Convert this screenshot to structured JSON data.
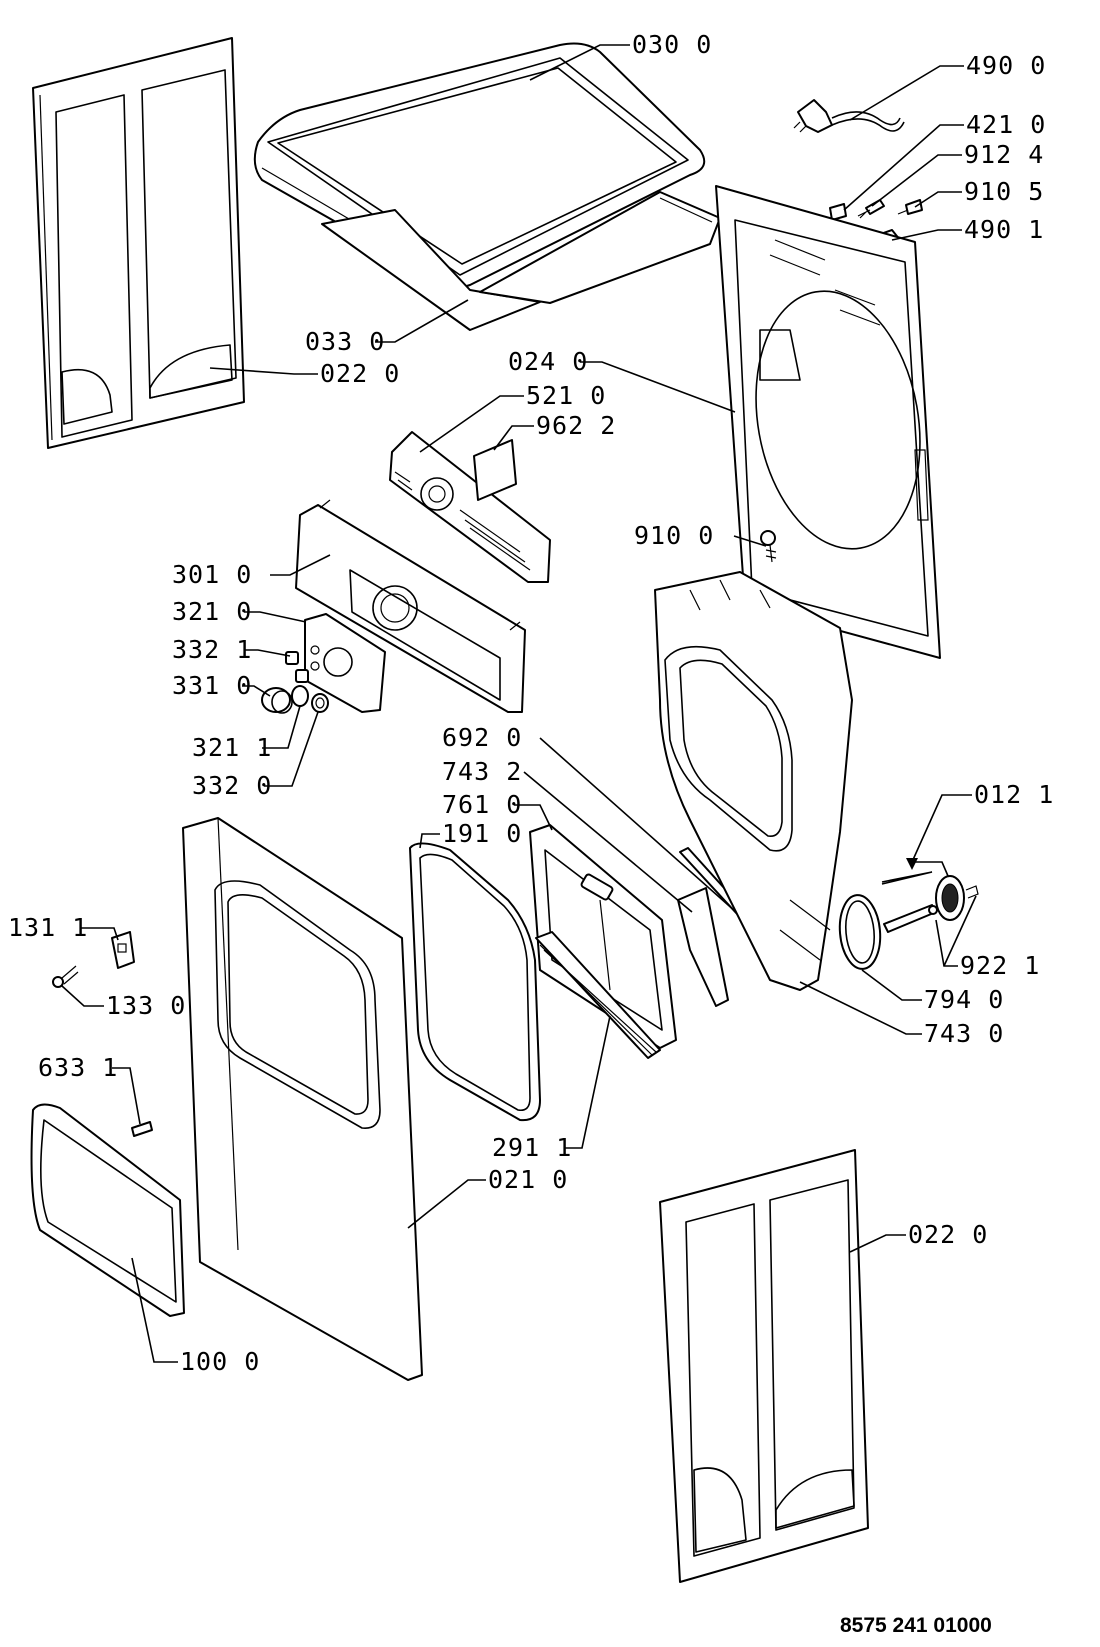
{
  "labels": {
    "l0300": "030 0",
    "l4900": "490 0",
    "l4210": "421 0",
    "l9124": "912 4",
    "l9105": "910 5",
    "l4901": "490 1",
    "l0330": "033 0",
    "l0220a": "022 0",
    "l0240": "024 0",
    "l5210": "521 0",
    "l9622": "962 2",
    "l9100": "910 0",
    "l3010": "301 0",
    "l3210": "321 0",
    "l3321": "332 1",
    "l3310": "331 0",
    "l3211": "321 1",
    "l3320": "332 0",
    "l6920": "692 0",
    "l7432": "743 2",
    "l7610": "761 0",
    "l1910": "191 0",
    "l0121": "012 1",
    "l1311": "131 1",
    "l1330": "133 0",
    "l9221": "922 1",
    "l7940": "794 0",
    "l7430": "743 0",
    "l6331": "633 1",
    "l2911": "291 1",
    "l0210": "021 0",
    "l0220b": "022 0",
    "l1000": "100 0"
  },
  "doc_number": "8575 241 01000"
}
